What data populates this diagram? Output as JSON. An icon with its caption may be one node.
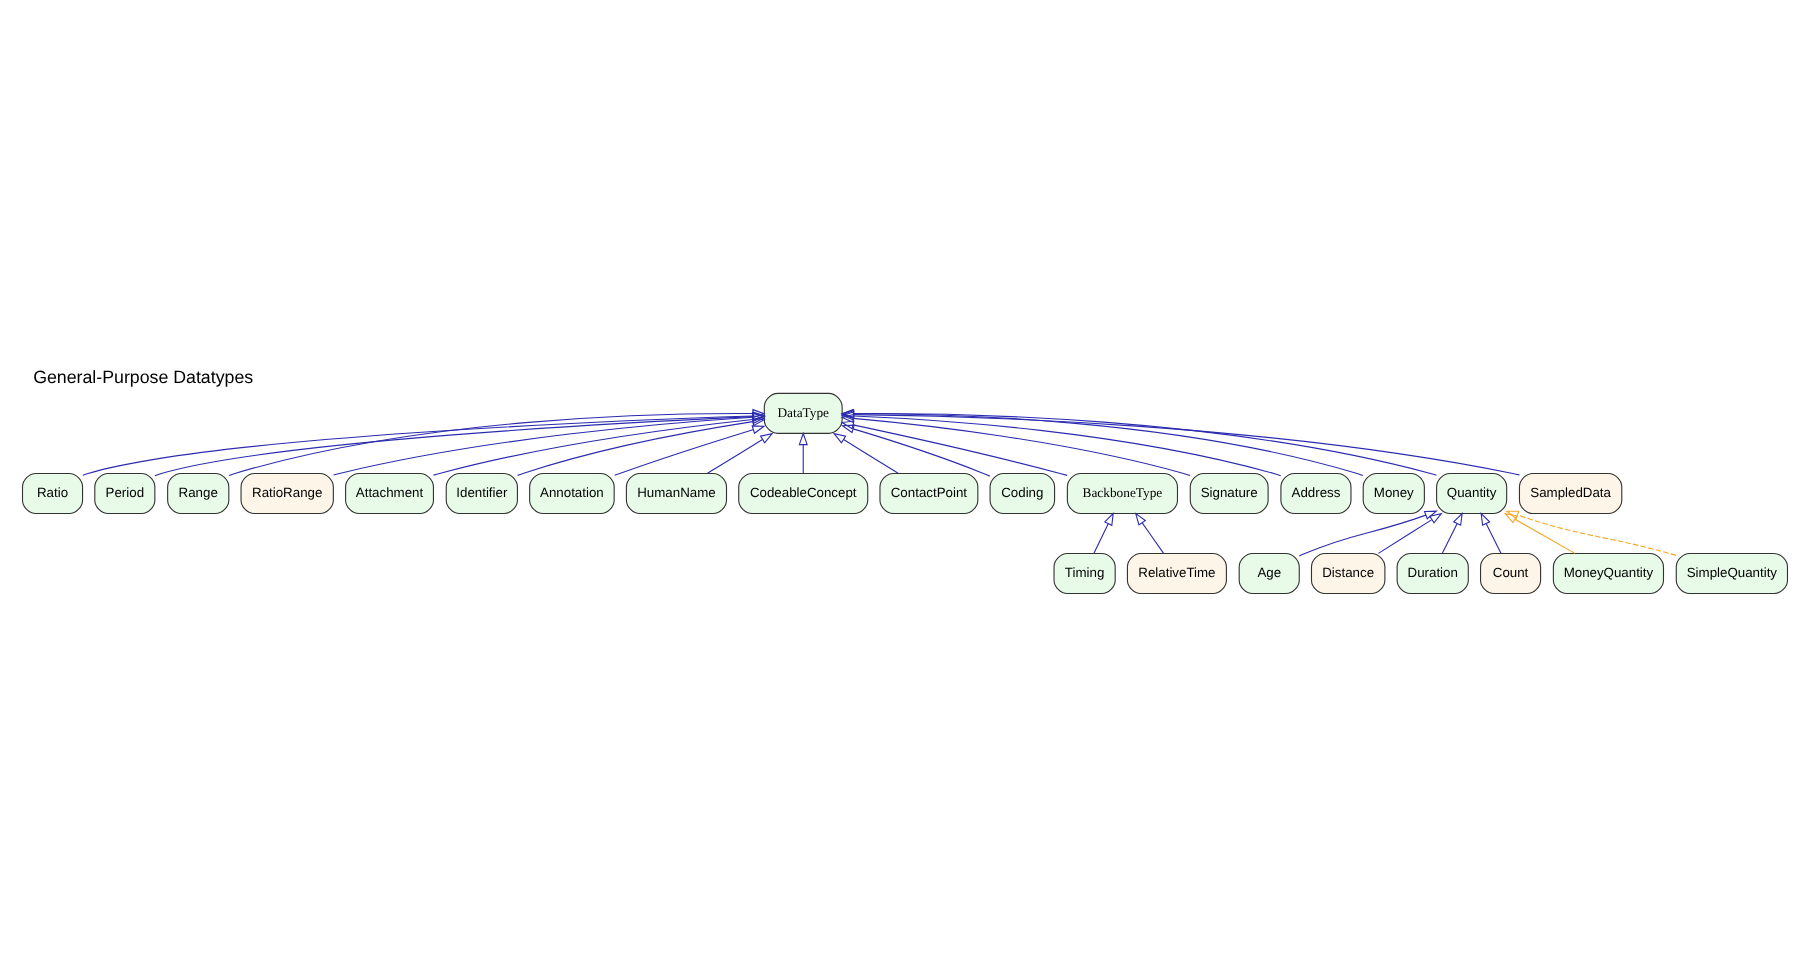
{
  "diagram": {
    "title": "General-Purpose Datatypes",
    "nodes": [
      {
        "text": [
          "Ratio"
        ]
      },
      {
        "text": [
          "Period"
        ]
      },
      {
        "text": [
          "Range"
        ]
      },
      {
        "text": [
          "RatioRange"
        ]
      },
      {
        "text": [
          "Attachment"
        ]
      },
      {
        "text": [
          "Identifier"
        ]
      },
      {
        "text": [
          "Annotation"
        ]
      },
      {
        "text": [
          "HumanName"
        ]
      },
      {
        "text": [
          "CodeableConcept"
        ]
      },
      {
        "text": [
          "DataType"
        ]
      },
      {
        "text": [
          "ContactPoint"
        ]
      },
      {
        "text": [
          "Coding"
        ]
      },
      {
        "text": [
          "BackboneType"
        ]
      },
      {
        "text": [
          "Signature"
        ]
      },
      {
        "text": [
          "Address"
        ]
      },
      {
        "text": [
          "Timing"
        ]
      },
      {
        "text": [
          "RelativeTime"
        ]
      },
      {
        "text": [
          "Money"
        ]
      },
      {
        "text": [
          "Quantity"
        ]
      },
      {
        "text": [
          "SampledData"
        ]
      },
      {
        "text": [
          "Age"
        ]
      },
      {
        "text": [
          "Distance"
        ]
      },
      {
        "text": [
          "Duration"
        ]
      },
      {
        "text": [
          "Count"
        ]
      },
      {
        "text": [
          "MoneyQuantity"
        ]
      },
      {
        "text": [
          "SimpleQuantity"
        ]
      }
    ],
    "edges": [
      {
        "from": 0,
        "to": 9,
        "arrow": "to"
      },
      {
        "from": 1,
        "to": 9,
        "arrow": "to"
      },
      {
        "from": 2,
        "to": 9,
        "arrow": "to"
      },
      {
        "from": 3,
        "to": 9,
        "arrow": "to"
      },
      {
        "from": 4,
        "to": 9,
        "arrow": "to"
      },
      {
        "from": 5,
        "to": 9,
        "arrow": "to"
      },
      {
        "from": 6,
        "to": 9,
        "arrow": "to"
      },
      {
        "from": 7,
        "to": 9,
        "arrow": "to"
      },
      {
        "from": 8,
        "to": 9,
        "arrow": "to"
      },
      {
        "from": 10,
        "to": 9,
        "arrow": "to"
      },
      {
        "from": 11,
        "to": 9,
        "arrow": "to"
      },
      {
        "from": 12,
        "to": 9,
        "arrow": "to"
      },
      {
        "from": 13,
        "to": 9,
        "arrow": "to"
      },
      {
        "from": 14,
        "to": 9,
        "arrow": "to"
      },
      {
        "from": 17,
        "to": 9,
        "arrow": "to"
      },
      {
        "from": 18,
        "to": 9,
        "arrow": "to"
      },
      {
        "from": 19,
        "to": 9,
        "arrow": "to"
      },
      {
        "from": 15,
        "to": 12,
        "arrow": "to"
      },
      {
        "from": 16,
        "to": 12,
        "arrow": "to"
      },
      {
        "from": 20,
        "to": 18,
        "arrow": "to"
      },
      {
        "from": 21,
        "to": 18,
        "arrow": "to"
      },
      {
        "from": 22,
        "to": 18,
        "arrow": "to"
      },
      {
        "from": 23,
        "to": 18,
        "arrow": "to"
      },
      {
        "from": 24,
        "to": 18,
        "arrow": "to",
        "color": "#f5a623"
      },
      {
        "from": 25,
        "to": 18,
        "arrow": "to",
        "style": "dashed",
        "color": "#f5a623"
      }
    ]
  }
}
